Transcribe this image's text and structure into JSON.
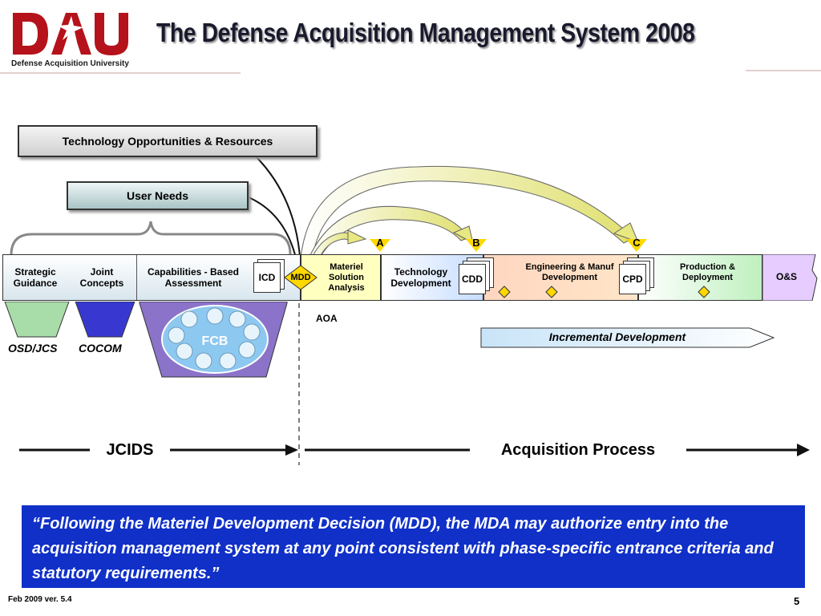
{
  "header": {
    "logo_text": "Defense Acquisition University",
    "title": "The Defense Acquisition Management System 2008"
  },
  "top_boxes": {
    "tech_opportunities": "Technology Opportunities & Resources",
    "user_needs": "User Needs"
  },
  "jcids": {
    "strategic_guidance": "Strategic Guidance",
    "joint_concepts": "Joint Concepts",
    "cba": "Capabilities - Based Assessment",
    "icd": "ICD",
    "mdd": "MDD",
    "osd_jcs": "OSD/JCS",
    "cocom": "COCOM",
    "fcb": "FCB"
  },
  "phases": {
    "msa": "Materiel Solution Analysis",
    "td": "Technology Development",
    "emd": "Engineering & Manuf Development",
    "pd": "Production & Deployment",
    "os": "O&S",
    "cdd": "CDD",
    "cpd": "CPD",
    "aoa": "AOA",
    "incremental": "Incremental Development"
  },
  "milestones": {
    "a": "A",
    "b": "B",
    "c": "C"
  },
  "process_labels": {
    "jcids": "JCIDS",
    "acquisition": "Acquisition Process"
  },
  "quote": "“Following the Materiel Development Decision (MDD), the MDA may authorize entry into the acquisition management system at any point consistent with phase-specific entrance criteria and statutory requirements.”",
  "footer": {
    "version": "Feb 2009 ver. 5.4",
    "page": "5"
  },
  "colors": {
    "logo_red": "#b5121b",
    "quote_bg": "#1030c8",
    "milestone_yellow": "#ffd800",
    "msa_yellow": "#ffffc0",
    "td_blue": "#d6e8ff",
    "emd_peach": "#ffd9b8",
    "pd_green": "#d6f5d6",
    "os_purple": "#e6ccff",
    "fcb_purple": "#8a73c8",
    "osd_green": "#a8dca8",
    "cocom_blue": "#3333cc"
  }
}
